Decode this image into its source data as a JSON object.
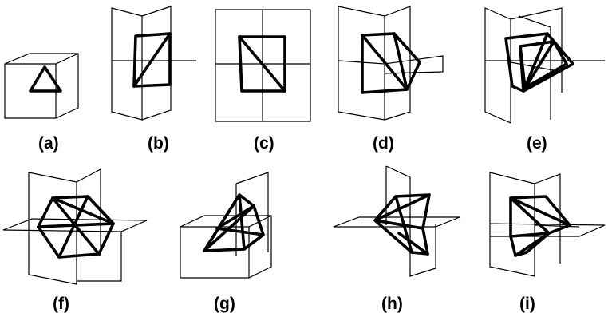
{
  "panels": [
    {
      "id": "a",
      "label": "(a)"
    },
    {
      "id": "b",
      "label": "(b)"
    },
    {
      "id": "c",
      "label": "(c)"
    },
    {
      "id": "d",
      "label": "(d)"
    },
    {
      "id": "e",
      "label": "(e)"
    },
    {
      "id": "f",
      "label": "(f)"
    },
    {
      "id": "g",
      "label": "(g)"
    },
    {
      "id": "h",
      "label": "(h)"
    },
    {
      "id": "i",
      "label": "(i)"
    }
  ]
}
